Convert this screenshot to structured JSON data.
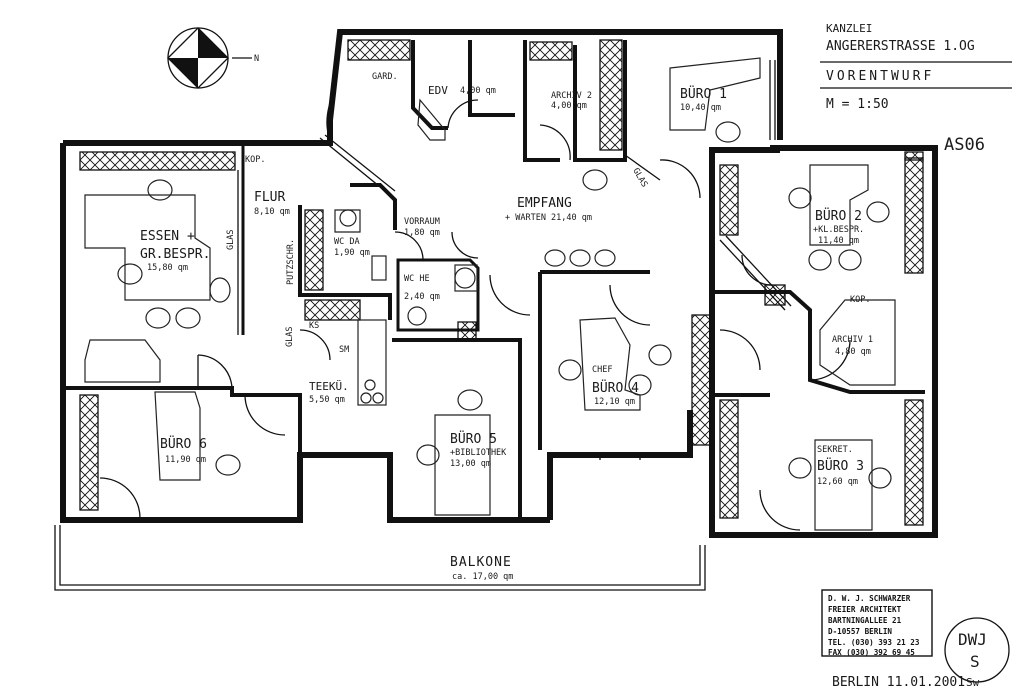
{
  "title_block": {
    "office": "KANZLEI",
    "address": "ANGERERSTRASSE 1.OG",
    "phase": "VORENTWURF",
    "scale": "M = 1:50",
    "code": "AS06"
  },
  "rooms": {
    "gard": "GARD.",
    "edv_name": "EDV",
    "edv_area": "4,00 qm",
    "archiv2_name": "ARCHIV 2",
    "archiv2_area": "4,00 qm",
    "buero1_name": "BÜRO 1",
    "buero1_area": "10,40 qm",
    "kop1": "KOP.",
    "flur_name": "FLUR",
    "flur_area": "8,10 qm",
    "essen_name": "ESSEN +",
    "essen_sub": "GR.BESPR.",
    "essen_area": "15,80 qm",
    "glas1": "GLAS",
    "putzschr": "PUTZSCHR.",
    "wcda_name": "WC DA",
    "wcda_area": "1,90 qm",
    "vorraum_name": "VORRAUM",
    "vorraum_area": "1,80 qm",
    "wche_name": "WC HE",
    "wche_area": "2,40 qm",
    "empfang_name": "EMPFANG",
    "empfang_sub": "+ WARTEN 21,40 qm",
    "glas2": "GLAS",
    "buero2_name": "BÜRO 2",
    "buero2_sub": "+KL.BESPR.",
    "buero2_area": "11,40 qm",
    "kop2": "KOP.",
    "archiv1_name": "ARCHIV 1",
    "archiv1_area": "4,80 qm",
    "glas3": "GLAS",
    "ks": "KS",
    "sm": "SM",
    "teekue_name": "TEEKÜ.",
    "teekue_area": "5,50 qm",
    "buero6_name": "BÜRO 6",
    "buero6_area": "11,90 qm",
    "buero5_name": "BÜRO 5",
    "buero5_sub": "+BIBLIOTHEK",
    "buero5_area": "13,00 qm",
    "buero4_pre": "CHEF",
    "buero4_name": "BÜRO 4",
    "buero4_area": "12,10 qm",
    "buero3_pre": "SEKRET.",
    "buero3_name": "BÜRO 3",
    "buero3_area": "12,60 qm",
    "balkone_name": "BALKONE",
    "balkone_area": "ca. 17,00 qm"
  },
  "stamp": {
    "line1": "D. W. J. SCHWARZER",
    "line2": "FREIER ARCHITEKT",
    "line3": "BARTNINGALLEE 21",
    "line4": "D-10557 BERLIN",
    "line5": "TEL. (030) 393 21 23",
    "line6": "FAX  (030) 392 69 45",
    "seal_top": "DWJ",
    "seal_bottom": "S"
  },
  "footer": {
    "date": "BERLIN 11.01.2001",
    "initials": "Sw"
  },
  "compass": {
    "north": "N"
  }
}
